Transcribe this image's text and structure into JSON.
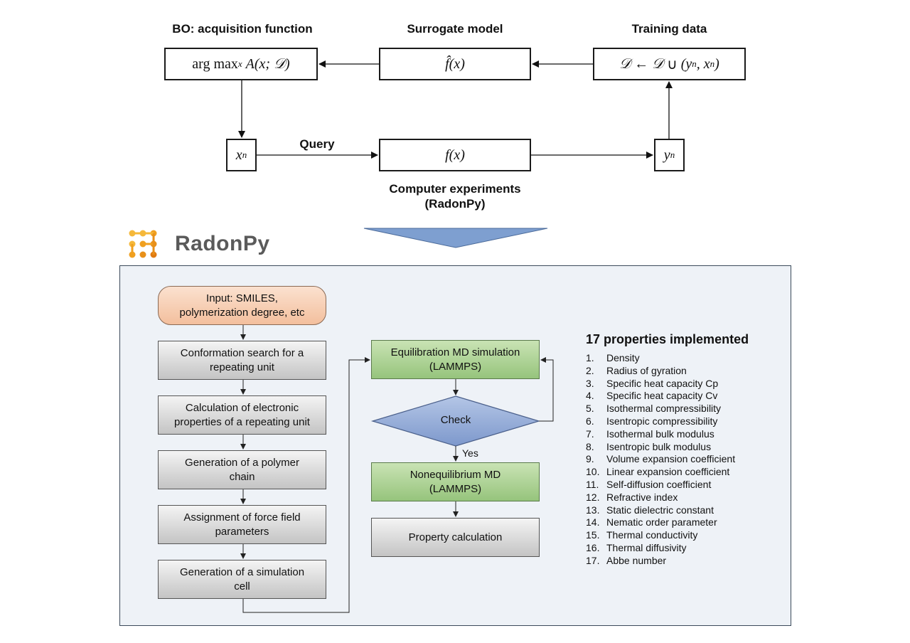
{
  "bo_loop": {
    "headers": {
      "acquisition": "BO: acquisition function",
      "surrogate": "Surrogate model",
      "training": "Training data"
    },
    "query_label": "Query",
    "experiments_label_line1": "Computer experiments",
    "experiments_label_line2": "(RadonPy)"
  },
  "logo": {
    "text": "RadonPy"
  },
  "flowchart": {
    "input": {
      "line1": "Input: SMILES,",
      "line2": "polymerization degree,  etc"
    },
    "left_steps": [
      {
        "line1": "Conformation search for a",
        "line2": "repeating unit"
      },
      {
        "line1": "Calculation of electronic",
        "line2": "properties of a repeating unit"
      },
      {
        "line1": "Generation of a polymer",
        "line2": "chain"
      },
      {
        "line1": "Assignment of force field",
        "line2": "parameters"
      },
      {
        "line1": "Generation of a simulation",
        "line2": "cell"
      }
    ],
    "equilibration": {
      "line1": "Equilibration MD simulation",
      "line2": "(LAMMPS)"
    },
    "check": "Check",
    "yes": "Yes",
    "nonequilibrium": {
      "line1": "Nonequilibrium MD",
      "line2": "(LAMMPS)"
    },
    "property_calc": "Property calculation"
  },
  "properties": {
    "title": "17 properties implemented",
    "items": [
      {
        "n": "1.",
        "name": "Density"
      },
      {
        "n": "2.",
        "name": "Radius of gyration"
      },
      {
        "n": "3.",
        "name": "Specific heat capacity Cp"
      },
      {
        "n": "4.",
        "name": "Specific heat capacity Cv"
      },
      {
        "n": "5.",
        "name": "Isothermal compressibility"
      },
      {
        "n": "6.",
        "name": "Isentropic compressibility"
      },
      {
        "n": "7.",
        "name": "Isothermal bulk modulus"
      },
      {
        "n": "8.",
        "name": "Isentropic bulk modulus"
      },
      {
        "n": "9.",
        "name": "Volume expansion coefficient"
      },
      {
        "n": "10.",
        "name": "Linear expansion coefficient"
      },
      {
        "n": "11.",
        "name": "Self-diffusion coefficient"
      },
      {
        "n": "12.",
        "name": "Refractive index"
      },
      {
        "n": "13.",
        "name": "Static dielectric constant"
      },
      {
        "n": "14.",
        "name": "Nematic order parameter"
      },
      {
        "n": "15.",
        "name": "Thermal conductivity"
      },
      {
        "n": "16.",
        "name": "Thermal diffusivity"
      },
      {
        "n": "17.",
        "name": "Abbe number"
      }
    ]
  },
  "colors": {
    "panel_bg": "#eef2f7",
    "green_box": "#a9d08e",
    "orange_box": "#f6caab",
    "check_diamond": "#8fa8d8",
    "down_triangle": "#7e9fd0",
    "logo_orange": "#f0a020"
  }
}
